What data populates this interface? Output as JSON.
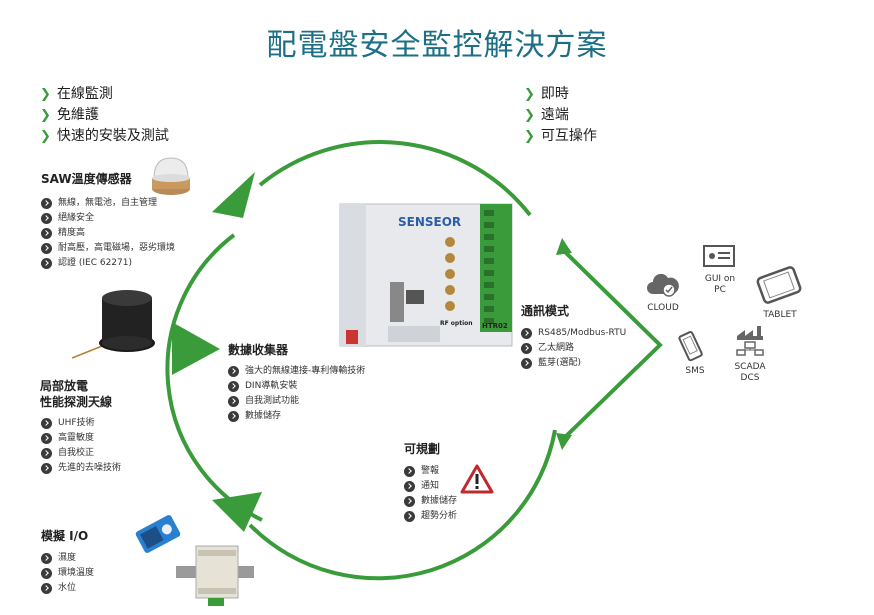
{
  "title": "配電盤安全監控解決方案",
  "features_left": [
    "在線監測",
    "免維護",
    "快速的安裝及測試"
  ],
  "features_right": [
    "即時",
    "遠端",
    "可互操作"
  ],
  "saw": {
    "heading": "SAW溫度傳感器",
    "items": [
      "無線，無電池，自主管理",
      "絕緣安全",
      "精度高",
      "耐高壓，高電磁場，惡劣環境",
      "認證 (IEC 62271)"
    ]
  },
  "pd": {
    "heading_line1": "局部放電",
    "heading_line2": "性能探測天線",
    "items": [
      "UHF技術",
      "高靈敏度",
      "自我校正",
      "先進的去噪技術"
    ]
  },
  "analog": {
    "heading": "模擬 I/O",
    "items": [
      "濕度",
      "環境溫度",
      "水位"
    ]
  },
  "collector": {
    "heading": "數據收集器",
    "items": [
      "強大的無線連接-專利傳輸技術",
      "DIN導軌安裝",
      "自我測試功能",
      "數據儲存"
    ]
  },
  "comm": {
    "heading": "通訊模式",
    "items": [
      "RS485/Modbus-RTU",
      "乙太網路",
      "藍芽(選配)"
    ]
  },
  "programmable": {
    "heading": "可規劃",
    "items": [
      "警報",
      "通知",
      "數據儲存",
      "趨勢分析"
    ]
  },
  "device": {
    "brand": "SENSEOR",
    "model": "HTR02",
    "rf_label": "RF option"
  },
  "endpoints": {
    "cloud": "CLOUD",
    "gui": "GUI on\nPC",
    "tablet": "TABLET",
    "sms": "SMS",
    "scada": "SCADA\nDCS"
  },
  "colors": {
    "green": "#3a9b3a",
    "title": "#1c6f86",
    "bullet": "#3a3a3a"
  }
}
